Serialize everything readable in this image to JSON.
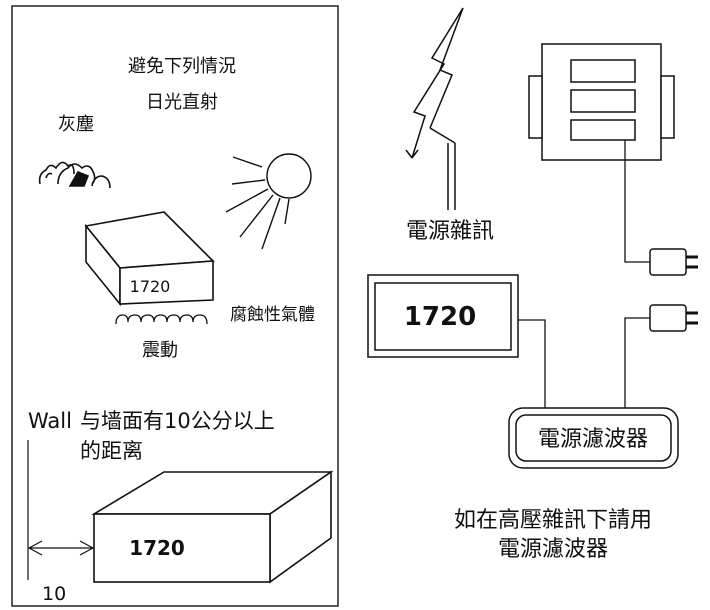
{
  "left_panel": {
    "avoid_title": "避免下列情況",
    "sunlight": "日光直射",
    "dust": "灰塵",
    "device_label": "1720",
    "corrosive_gas": "腐蝕性氣體",
    "vibration": "震動",
    "wall_label": "Wall",
    "wall_rule_line1": "与墙面有10公分以上",
    "wall_rule_line2": "的距离",
    "box_label": "1720",
    "distance_value": "10"
  },
  "right_panel": {
    "noise_label": "電源雜訊",
    "monitor_label": "1720",
    "filter_label": "電源濾波器",
    "note_line1": "如在高壓雜訊下請用",
    "note_line2": "電源濾波器"
  }
}
